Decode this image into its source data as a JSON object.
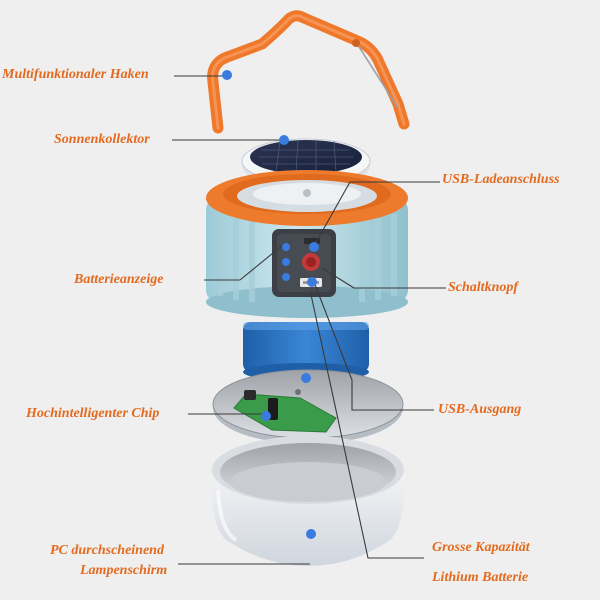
{
  "labels": {
    "hook": "Multifunktionaler Haken",
    "solar": "Sonnenkollektor",
    "usb_charge": "USB-Ladeanschluss",
    "battery_indicator": "Batterieanzeige",
    "switch": "Schaltknopf",
    "chip": "Hochintelligenter Chip",
    "usb_out": "USB-Ausgang",
    "shade_line1": "PC durchscheinend",
    "shade_line2": "Lampenschirm",
    "battery_line1": "Grosse Kapazität",
    "battery_line2": "Lithium Batterie"
  },
  "colors": {
    "label": "#e36a1e",
    "hook": "#f0782a",
    "body": "#b9dbe4",
    "body_dark": "#8fc0cd",
    "orange_ring": "#ee7a2c",
    "battery": "#2f78c8",
    "panel": "#3c3f45",
    "dot": "#3a7be0",
    "leader": "#3a3a3a"
  }
}
